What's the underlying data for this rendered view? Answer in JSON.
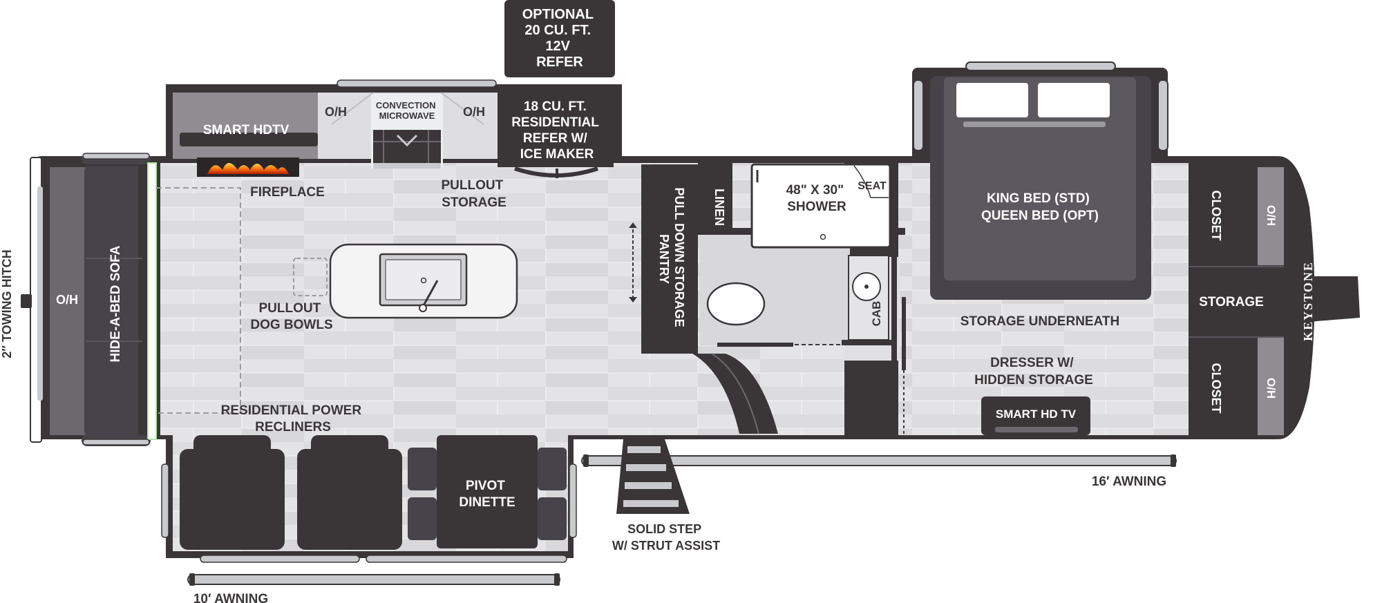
{
  "brand": {
    "logo_text": "KEYSTONE"
  },
  "colors": {
    "wall": "#3a3638",
    "dark_furniture": "#47434a",
    "floor_light": "#e6e6e8",
    "floor_mid": "#d4d4d7",
    "white": "#ffffff",
    "steel": "#c9cacd"
  },
  "labels": {
    "optional_refer": [
      "OPTIONAL",
      "20 CU. FT.",
      "12V",
      "REFER"
    ],
    "residential_refer": [
      "18 CU. FT.",
      "RESIDENTIAL",
      "REFER W/",
      "ICE MAKER"
    ],
    "smart_hdtv": "SMART HDTV",
    "oh_kitchen_left": "O/H",
    "oh_kitchen_right": "O/H",
    "convection_microwave": [
      "CONVECTION",
      "MICROWAVE"
    ],
    "fireplace": "FIREPLACE",
    "pullout_storage": [
      "PULLOUT",
      "STORAGE"
    ],
    "pull_down_pantry": [
      "PULL DOWN STORAGE",
      "PANTRY"
    ],
    "linen": "LINEN",
    "shower": [
      "48\" X 30\"",
      "SHOWER"
    ],
    "seat": "SEAT",
    "cab": "CAB",
    "bed": [
      "KING BED (STD)",
      "QUEEN BED (OPT)"
    ],
    "closet_top": "CLOSET",
    "closet_bottom": "CLOSET",
    "oh_closet_top": "O/H",
    "oh_closet_bottom": "O/H",
    "storage": "STORAGE",
    "storage_underneath": "STORAGE UNDERNEATH",
    "dresser": [
      "DRESSER W/",
      "HIDDEN STORAGE"
    ],
    "smart_hd_tv": "SMART HD TV",
    "sixteen_awning": "16′ AWNING",
    "ten_awning": "10′ AWNING",
    "solid_step": [
      "SOLID STEP",
      "W/ STRUT ASSIST"
    ],
    "pivot_dinette": [
      "PIVOT",
      "DINETTE"
    ],
    "residential_recliners": [
      "RESIDENTIAL POWER",
      "RECLINERS"
    ],
    "pullout_dog_bowls": [
      "PULLOUT",
      "DOG BOWLS"
    ],
    "hide_a_bed_sofa": "HIDE-A-BED SOFA",
    "oh_front": "O/H",
    "towing_hitch": "2″ TOWING HITCH"
  }
}
